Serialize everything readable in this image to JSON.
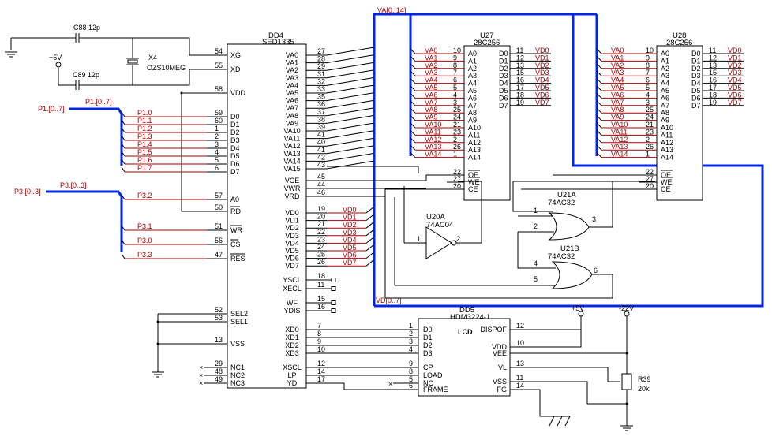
{
  "chips": {
    "dd4": {
      "ref": "DD4",
      "part": "SED1335"
    },
    "u27": {
      "ref": "U27",
      "part": "28C256"
    },
    "u28": {
      "ref": "U28",
      "part": "28C256"
    },
    "dd5": {
      "ref": "DD5",
      "part": "HDM3224-1",
      "mark": "LCD"
    },
    "u20a": {
      "ref": "U20A",
      "part": "74AC04"
    },
    "u21a": {
      "ref": "U21A",
      "part": "74AC32"
    },
    "u21b": {
      "ref": "U21B",
      "part": "74AC32"
    }
  },
  "passives": {
    "c88": "C88 12p",
    "c89": "C89 12p",
    "x4": "X4",
    "x4_part": "OZS10MEG",
    "r39": "R39",
    "r39_val": "20k"
  },
  "power": {
    "p5v": "+5V",
    "m22v": "-22V"
  },
  "buses": {
    "p1": "P1.[0..7]",
    "p1_short": "P1.[0..7]",
    "p3": "P3.[0..3]",
    "p3_short": "P3.[0..3]",
    "va": "VA[0..14]",
    "vd": "VD[0..7]"
  },
  "dd4": {
    "left_pins": [
      {
        "num": "54",
        "name": "XG"
      },
      {
        "num": "55",
        "name": "XD"
      },
      {
        "num": "58",
        "name": "VDD"
      },
      {
        "num": "59",
        "name": "D0"
      },
      {
        "num": "60",
        "name": "D1"
      },
      {
        "num": "1",
        "name": "D2"
      },
      {
        "num": "2",
        "name": "D3"
      },
      {
        "num": "3",
        "name": "D4"
      },
      {
        "num": "4",
        "name": "D5"
      },
      {
        "num": "5",
        "name": "D6"
      },
      {
        "num": "6",
        "name": "D7"
      },
      {
        "num": "57",
        "name": "A0"
      },
      {
        "num": "50",
        "name": "RD"
      },
      {
        "num": "51",
        "name": "WR"
      },
      {
        "num": "56",
        "name": "CS"
      },
      {
        "num": "47",
        "name": "RES"
      },
      {
        "num": "52",
        "name": "SEL2"
      },
      {
        "num": "53",
        "name": "SEL1"
      },
      {
        "num": "13",
        "name": "VSS"
      },
      {
        "num": "29",
        "name": "NC1"
      },
      {
        "num": "48",
        "name": "NC2"
      },
      {
        "num": "49",
        "name": "NC3"
      }
    ],
    "right_pins": [
      {
        "num": "27",
        "name": "VA0"
      },
      {
        "num": "28",
        "name": "VA1"
      },
      {
        "num": "29",
        "name": "VA2"
      },
      {
        "num": "31",
        "name": "VA3"
      },
      {
        "num": "32",
        "name": "VA4"
      },
      {
        "num": "33",
        "name": "VA5"
      },
      {
        "num": "35",
        "name": "VA6"
      },
      {
        "num": "36",
        "name": "VA7"
      },
      {
        "num": "37",
        "name": "VA8"
      },
      {
        "num": "38",
        "name": "VA9"
      },
      {
        "num": "39",
        "name": "VA10"
      },
      {
        "num": "41",
        "name": "VA11"
      },
      {
        "num": "40",
        "name": "VA12"
      },
      {
        "num": "41",
        "name": "VA13"
      },
      {
        "num": "42",
        "name": "VA14"
      },
      {
        "num": "43",
        "name": "VA15"
      },
      {
        "num": "45",
        "name": "VCE"
      },
      {
        "num": "44",
        "name": "VWR"
      },
      {
        "num": "46",
        "name": "VRD"
      },
      {
        "num": "19",
        "name": "VD0"
      },
      {
        "num": "20",
        "name": "VD1"
      },
      {
        "num": "21",
        "name": "VD2"
      },
      {
        "num": "22",
        "name": "VD3"
      },
      {
        "num": "23",
        "name": "VD4"
      },
      {
        "num": "24",
        "name": "VD5"
      },
      {
        "num": "25",
        "name": "VD6"
      },
      {
        "num": "26",
        "name": "VD7"
      },
      {
        "num": "18",
        "name": "YSCL"
      },
      {
        "num": "11",
        "name": "XECL"
      },
      {
        "num": "15",
        "name": "WF"
      },
      {
        "num": "16",
        "name": "YDIS"
      },
      {
        "num": "7",
        "name": "XD0"
      },
      {
        "num": "8",
        "name": "XD1"
      },
      {
        "num": "9",
        "name": "XD2"
      },
      {
        "num": "10",
        "name": "XD3"
      },
      {
        "num": "12",
        "name": "XSCL"
      },
      {
        "num": "14",
        "name": "LP"
      },
      {
        "num": "17",
        "name": "YD"
      }
    ],
    "p_nets": [
      "P1.0",
      "P1.1",
      "P1.2",
      "P1.3",
      "P1.4",
      "P1.5",
      "P1.6",
      "P1.7",
      "P3.2",
      "P3.1",
      "P3.0",
      "P3.3"
    ],
    "vd_nets": [
      "VD0",
      "VD1",
      "VD2",
      "VD3",
      "VD4",
      "VD5",
      "VD6",
      "VD7"
    ]
  },
  "ram": {
    "addr_pins": [
      "10",
      "9",
      "8",
      "7",
      "6",
      "5",
      "4",
      "3",
      "25",
      "24",
      "21",
      "23",
      "2",
      "26",
      "1"
    ],
    "addr_names": [
      "A0",
      "A1",
      "A2",
      "A3",
      "A4",
      "A5",
      "A6",
      "A7",
      "A8",
      "A9",
      "A10",
      "A11",
      "A12",
      "A13",
      "A14"
    ],
    "addr_nets": [
      "VA0",
      "VA1",
      "VA2",
      "VA3",
      "VA4",
      "VA5",
      "VA6",
      "VA7",
      "VA8",
      "VA9",
      "VA10",
      "VA11",
      "VA12",
      "VA13",
      "VA14"
    ],
    "data_pins": [
      "11",
      "12",
      "13",
      "15",
      "16",
      "17",
      "18",
      "19"
    ],
    "data_names": [
      "D0",
      "D1",
      "D2",
      "D3",
      "D4",
      "D5",
      "D6",
      "D7"
    ],
    "data_nets": [
      "VD0",
      "VD1",
      "VD2",
      "VD3",
      "VD4",
      "VD5",
      "VD6",
      "VD7"
    ],
    "ctrl_pins": [
      "22",
      "27",
      "20"
    ],
    "ctrl_names": [
      "OE",
      "WE",
      "CE"
    ]
  },
  "dd5": {
    "left_pins": [
      {
        "num": "1",
        "name": "D0"
      },
      {
        "num": "2",
        "name": "D1"
      },
      {
        "num": "3",
        "name": "D2"
      },
      {
        "num": "4",
        "name": "D3"
      },
      {
        "num": "9",
        "name": "CP"
      },
      {
        "num": "8",
        "name": "LOAD"
      },
      {
        "num": "5",
        "name": "NC"
      },
      {
        "num": "6",
        "name": "FRAME"
      }
    ],
    "right_pins": [
      {
        "num": "12",
        "name": "DISPOF"
      },
      {
        "num": "10",
        "name": "VDD"
      },
      {
        "num": "",
        "name": "VEE"
      },
      {
        "num": "13",
        "name": "VL"
      },
      {
        "num": "11",
        "name": "VSS"
      },
      {
        "num": "14",
        "name": "FG"
      }
    ]
  },
  "gates": {
    "u20a_in": "1",
    "u20a_out": "2",
    "u21a_in1": "1",
    "u21a_in2": "2",
    "u21a_out": "3",
    "u21b_in1": "4",
    "u21b_in2": "5",
    "u21b_out": "6"
  }
}
